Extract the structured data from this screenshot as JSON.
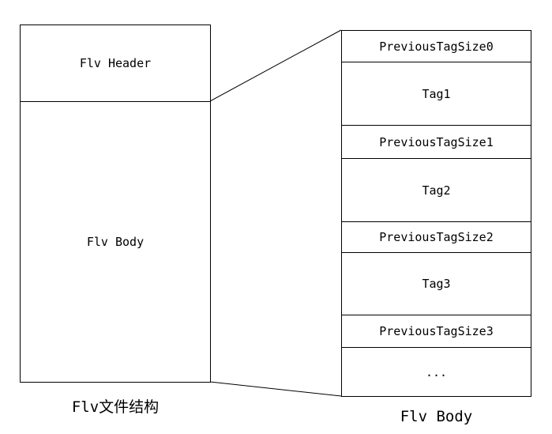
{
  "file_structure": {
    "header_label": "Flv Header",
    "body_label": "Flv Body",
    "caption": "Flv文件结构"
  },
  "body_detail": {
    "caption": "Flv Body",
    "rows": [
      {
        "label": "PreviousTagSize0",
        "kind": "size"
      },
      {
        "label": "Tag1",
        "kind": "tag"
      },
      {
        "label": "PreviousTagSize1",
        "kind": "size"
      },
      {
        "label": "Tag2",
        "kind": "tag"
      },
      {
        "label": "PreviousTagSize2",
        "kind": "size"
      },
      {
        "label": "Tag3",
        "kind": "tag"
      },
      {
        "label": "PreviousTagSize3",
        "kind": "size"
      },
      {
        "label": "...",
        "kind": "tag"
      }
    ]
  }
}
